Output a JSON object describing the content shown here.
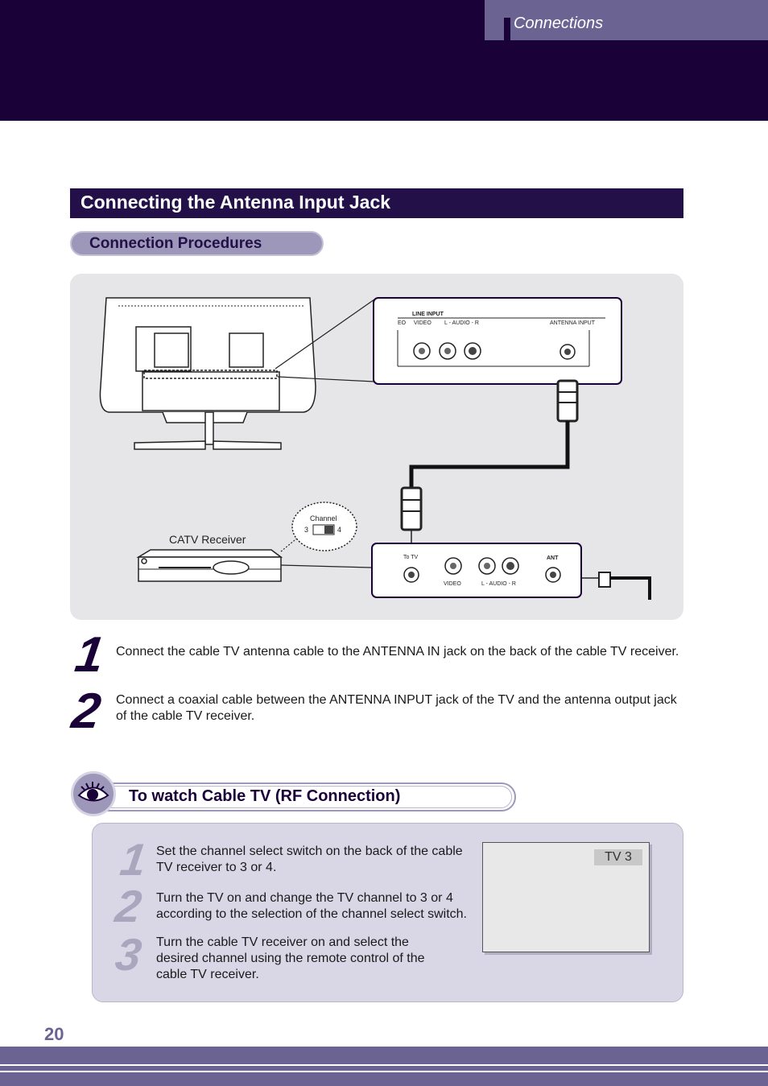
{
  "header": {
    "section_label": "Connections"
  },
  "main_title": "Connecting the Antenna Input Jack",
  "subheading": "Connection Procedures",
  "diagram": {
    "tv_panel": {
      "line_input_label": "LINE INPUT",
      "video_left_partial": "EO",
      "video_label": "VIDEO",
      "audio_label": "L - AUDIO - R",
      "antenna_input_label": "ANTENNA INPUT"
    },
    "receiver_label": "CATV Receiver",
    "channel_switch": {
      "label": "Channel",
      "left": "3",
      "right": "4"
    },
    "receiver_panel": {
      "to_tv_label": "To TV",
      "video_label": "VIDEO",
      "audio_label": "L - AUDIO - R",
      "ant_label": "ANT"
    }
  },
  "steps": [
    {
      "num": "1",
      "text": "Connect the cable TV antenna cable to the ANTENNA IN jack on the back of the cable TV receiver."
    },
    {
      "num": "2",
      "text_line1": "Connect a coaxial cable between the ANTENNA INPUT jack of the TV and the antenna output jack",
      "text_line2": "of the cable TV receiver."
    }
  ],
  "tip": {
    "title": "To watch Cable TV (RF Connection)",
    "items": [
      {
        "num": "1",
        "line1": "Set the channel select switch on the back of the cable",
        "line2": "TV receiver to 3 or 4."
      },
      {
        "num": "2",
        "line1": "Turn the TV on and change the TV channel to 3 or 4",
        "line2": "according to the selection of the channel select switch."
      },
      {
        "num": "3",
        "line1": "Turn the cable TV receiver on and select the",
        "line2": "desired channel using the remote control of the",
        "line3": "cable TV receiver."
      }
    ],
    "screen_badge": "TV 3"
  },
  "page_number": "20"
}
